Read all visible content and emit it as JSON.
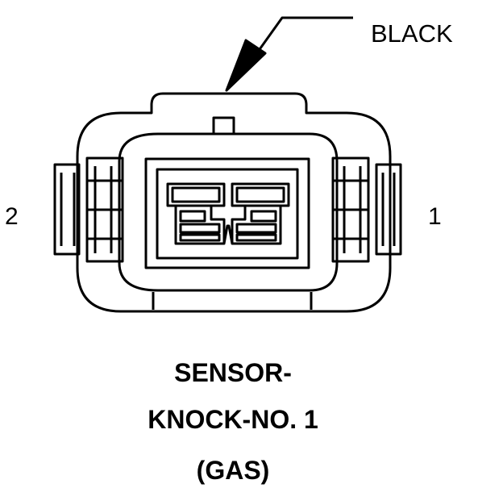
{
  "connector": {
    "color_label": "BLACK",
    "pin_left": "2",
    "pin_right": "1",
    "title_line1": "SENSOR-",
    "title_line2": "KNOCK-NO. 1",
    "title_line3": "(GAS)"
  },
  "colors": {
    "stroke": "#000000",
    "background": "#ffffff"
  }
}
